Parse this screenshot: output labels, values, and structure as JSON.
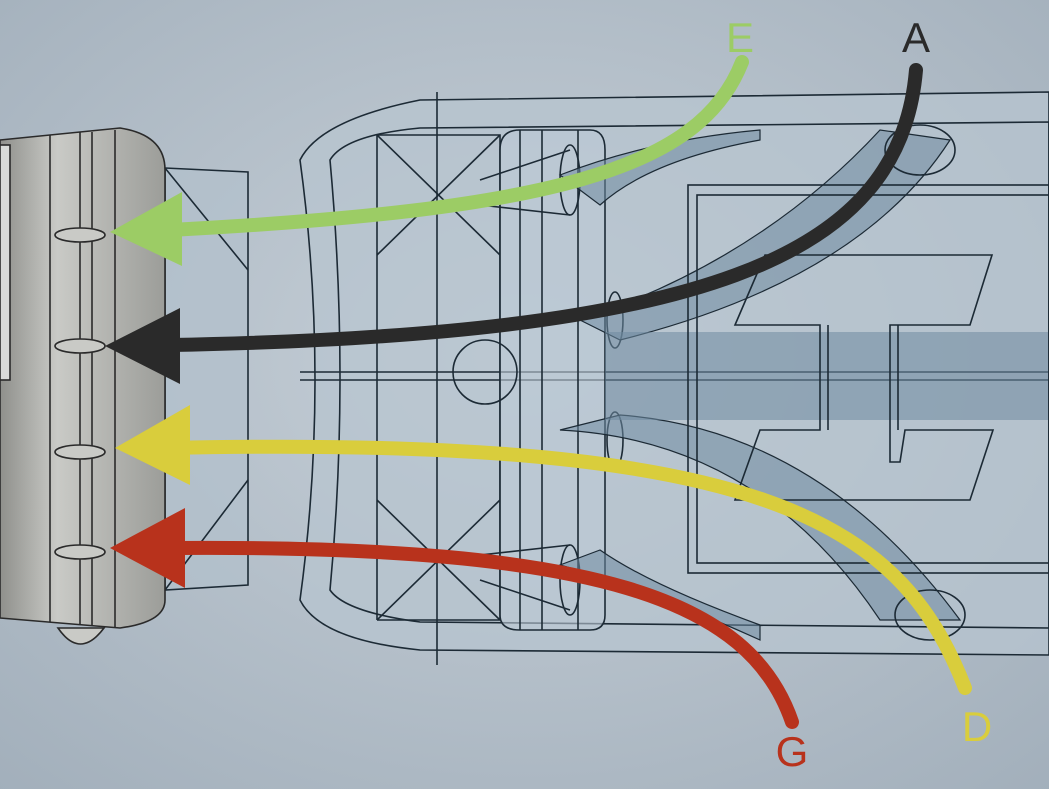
{
  "arrows": [
    {
      "id": "E",
      "label": "E",
      "color": "#9ccc65"
    },
    {
      "id": "A",
      "label": "A",
      "color": "#2a2a2a"
    },
    {
      "id": "D",
      "label": "D",
      "color": "#d9cd3c"
    },
    {
      "id": "G",
      "label": "G",
      "color": "#b8321c"
    }
  ],
  "colors": {
    "background": "#aebac5",
    "component_fill": "#b5c3cf",
    "manifold_fill": "#a9aaa6",
    "channel_fill": "#6f8aa0",
    "outline": "#1c2a35"
  }
}
